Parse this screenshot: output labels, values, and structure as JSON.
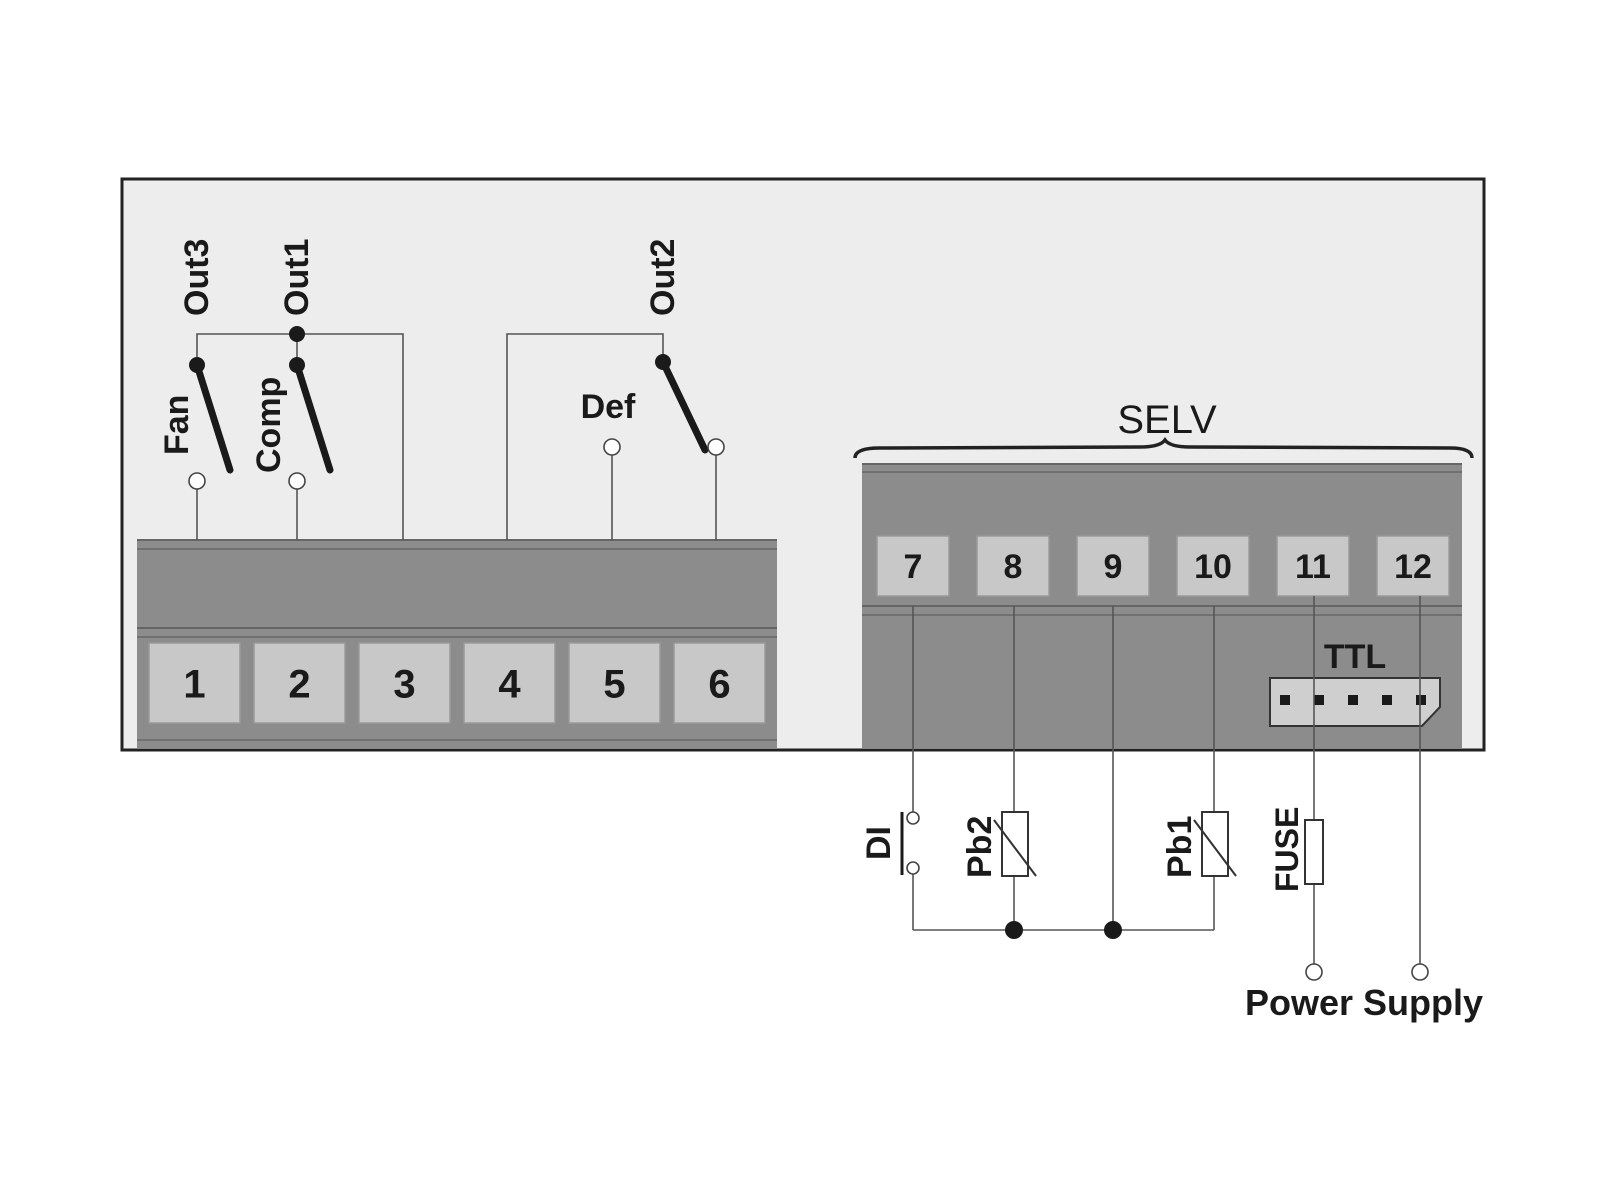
{
  "colors": {
    "panel": "#ededed",
    "block": "#8c8c8c",
    "terminal": "#c8c8c8",
    "wire": "#555555",
    "outline": "#222222"
  },
  "terminals_left": [
    "1",
    "2",
    "3",
    "4",
    "5",
    "6"
  ],
  "terminals_right": [
    "7",
    "8",
    "9",
    "10",
    "11",
    "12"
  ],
  "relay_labels": {
    "out3": "Out3",
    "out1": "Out1",
    "out2": "Out2",
    "fan": "Fan",
    "comp": "Comp",
    "def": "Def"
  },
  "selv_label": "SELV",
  "ttl_label": "TTL",
  "component_labels": {
    "di": "DI",
    "pb2": "Pb2",
    "pb1": "Pb1",
    "fuse": "FUSE"
  },
  "power_supply_label": "Power Supply"
}
